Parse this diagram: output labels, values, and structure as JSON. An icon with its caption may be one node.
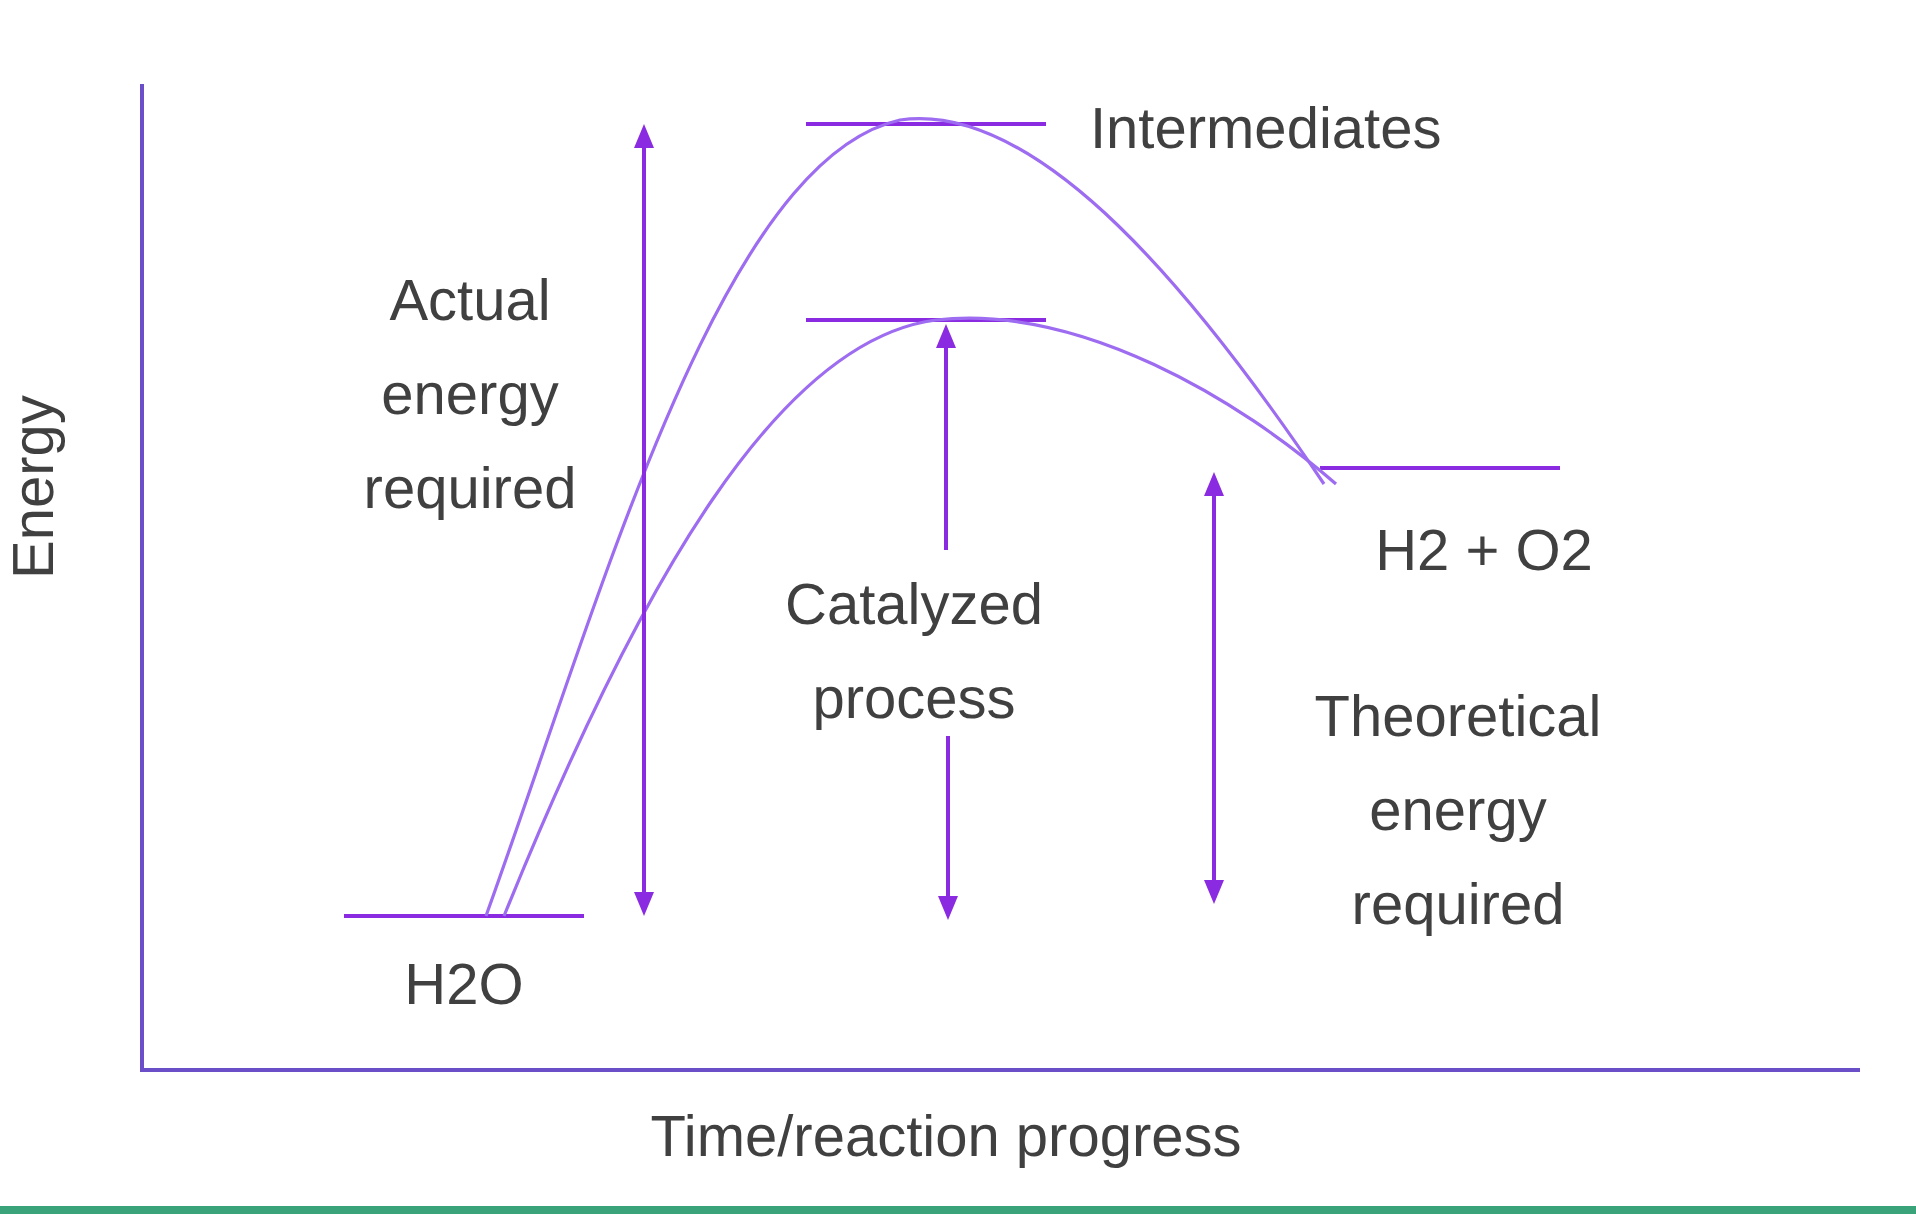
{
  "diagram": {
    "labels": [
      "Intermediates",
      "Actual energy required",
      "Energy",
      "H2 + O2",
      "Catalyzed process",
      "Theoretical energy required",
      "H2O",
      "Time/reaction progress"
    ]
  }
}
